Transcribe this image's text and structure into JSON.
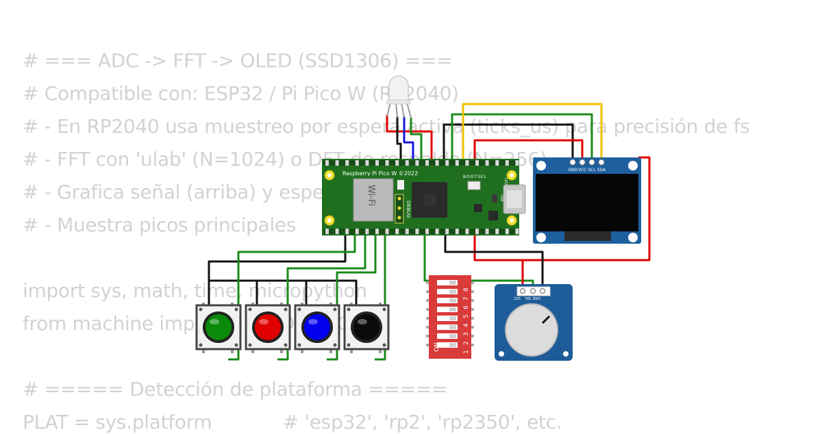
{
  "code_lines": [
    "# === ADC -> FFT -> OLED (SSD1306) ===",
    "# Compatible con: ESP32 / Pi Pico W (RP2040)",
    "# - En RP2040 usa muestreo por espera activa (ticks_us) para precisión de fs",
    "# - FFT con 'ulab' (N=1024) o DFT de respaldo (N=256)",
    "# - Grafica señal (arriba) y espectro (abajo)",
    "# - Muestra picos principales",
    "",
    "import sys, math, time, micropython",
    "from machine import Pin, ADC, I2C",
    "",
    "# ===== Detección de plataforma =====",
    "PLAT = sys.platform            # 'esp32', 'rp2', 'rp2350', etc."
  ],
  "pico": {
    "label": "Raspberry Pi Pico W ©2022",
    "wifi": "Wi-Fi",
    "debug": "DEBUG",
    "bootsel": "BOOTSEL",
    "usb": "USB",
    "led": "LED"
  },
  "oled": {
    "pins": [
      "GND",
      "VCC",
      "SCL",
      "SDA"
    ]
  },
  "pot": {
    "pins": [
      "VCC",
      "SIG",
      "GND"
    ]
  },
  "dip": {
    "on_label": "ON",
    "numbers": [
      "1",
      "2",
      "3",
      "4",
      "5",
      "6",
      "7",
      "8"
    ]
  },
  "buttons": [
    {
      "name": "green",
      "color": "#0a8a0a"
    },
    {
      "name": "red",
      "color": "#e00000"
    },
    {
      "name": "blue",
      "color": "#0000ee"
    },
    {
      "name": "black",
      "color": "#0a0a0a"
    }
  ],
  "colors": {
    "pcb_green": "#1f6f1f",
    "oled_blue": "#1e5f9e",
    "pot_blue": "#1d5c98",
    "dip_red": "#d93a3a",
    "wire_black": "#111111",
    "wire_green": "#1a8a1a",
    "wire_red": "#e00000",
    "wire_yellow": "#f0c000",
    "wire_blue": "#1515dd",
    "code_text": "#d2d2d2"
  }
}
